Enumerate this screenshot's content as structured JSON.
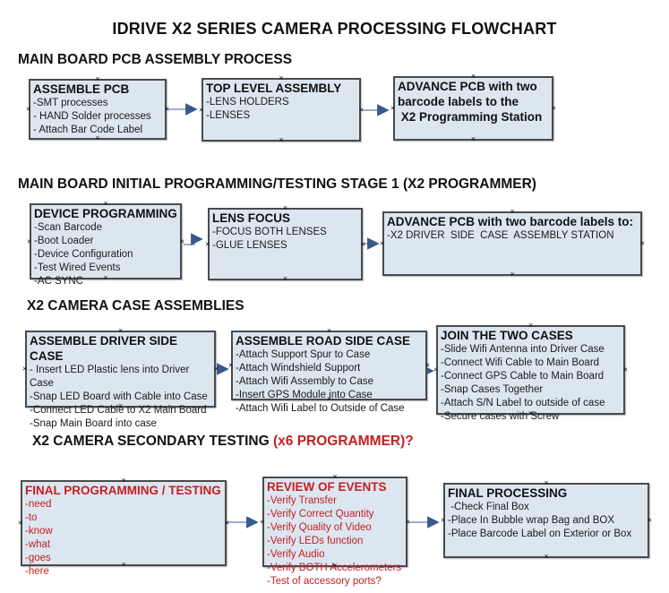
{
  "title": "IDRIVE X2  SERIES CAMERA PROCESSING FLOWCHART",
  "colors": {
    "box_fill": "#dce6f1",
    "box_border": "#4a4a4a",
    "arrow_line": "#8ba3c7",
    "arrow_head": "#37598c",
    "red_text": "#c42020"
  },
  "sections": [
    {
      "heading": "MAIN BOARD PCB ASSEMBLY PROCESS",
      "boxes": [
        {
          "title": "ASSEMBLE PCB",
          "lines": [
            "-SMT processes",
            "- HAND Solder processes",
            "- Attach Bar Code Label"
          ]
        },
        {
          "title": "TOP LEVEL ASSEMBLY",
          "lines": [
            "-LENS HOLDERS",
            "-LENSES"
          ]
        },
        {
          "title": "",
          "lines": [
            "ADVANCE PCB with two",
            "barcode labels to the",
            " X2 Programming Station"
          ]
        }
      ]
    },
    {
      "heading": "MAIN BOARD INITIAL PROGRAMMING/TESTING STAGE 1 (X2 PROGRAMMER)",
      "boxes": [
        {
          "title": "DEVICE PROGRAMMING",
          "lines": [
            "-Scan Barcode",
            "-Boot Loader",
            "-Device Configuration",
            "-Test Wired Events",
            "-AC SYNC"
          ]
        },
        {
          "title": "LENS FOCUS",
          "lines": [
            "-FOCUS BOTH LENSES",
            "-GLUE LENSES"
          ]
        },
        {
          "title": "ADVANCE PCB with two barcode labels to:",
          "lines": [
            "-X2 DRIVER  SIDE  CASE  ASSEMBLY STATION"
          ]
        }
      ]
    },
    {
      "heading": "X2 CAMERA CASE ASSEMBLIES",
      "boxes": [
        {
          "title": "ASSEMBLE DRIVER SIDE CASE",
          "lines": [
            "- Insert LED Plastic lens into Driver Case",
            "-Snap LED Board with Cable into Case",
            "-Connect LED Cable to X2 Main Board",
            "-Snap Main Board into case"
          ]
        },
        {
          "title": "ASSEMBLE ROAD SIDE CASE",
          "lines": [
            "-Attach Support Spur to Case",
            "-Attach Windshield Support",
            "-Attach Wifi Assembly to Case",
            "-Insert GPS Module into Case",
            "-Attach Wifi Label to Outside of Case"
          ]
        },
        {
          "title": "JOIN THE TWO CASES",
          "lines": [
            "-Slide Wifi Antenna into Driver Case",
            "-Connect Wifi Cable to Main Board",
            "-Connect GPS Cable to Main Board",
            "-Snap Cases Together",
            "-Attach S/N Label to outside of case",
            "-Secure cases with Screw"
          ]
        }
      ]
    },
    {
      "heading": "X2 CAMERA SECONDARY TESTING ",
      "heading_red": "(x6 PROGRAMMER)?",
      "boxes": [
        {
          "title": "FINAL PROGRAMMING / TESTING",
          "lines": [
            "-need",
            "-to",
            "-know",
            "-what",
            "-goes",
            "-here"
          ]
        },
        {
          "title": "REVIEW OF EVENTS",
          "lines": [
            "-Verify Transfer",
            "-Verify Correct Quantity",
            "-Verify Quality of Video",
            "-Verify LEDs function",
            "-Verify Audio",
            "-Verify BOTH Accelerometers",
            "-Test of accessory ports?"
          ]
        },
        {
          "title": "FINAL PROCESSING",
          "lines": [
            " -Check Final Box",
            "-Place In Bubble wrap Bag and BOX",
            "-Place Barcode Label on Exterior or Box"
          ]
        }
      ]
    }
  ]
}
